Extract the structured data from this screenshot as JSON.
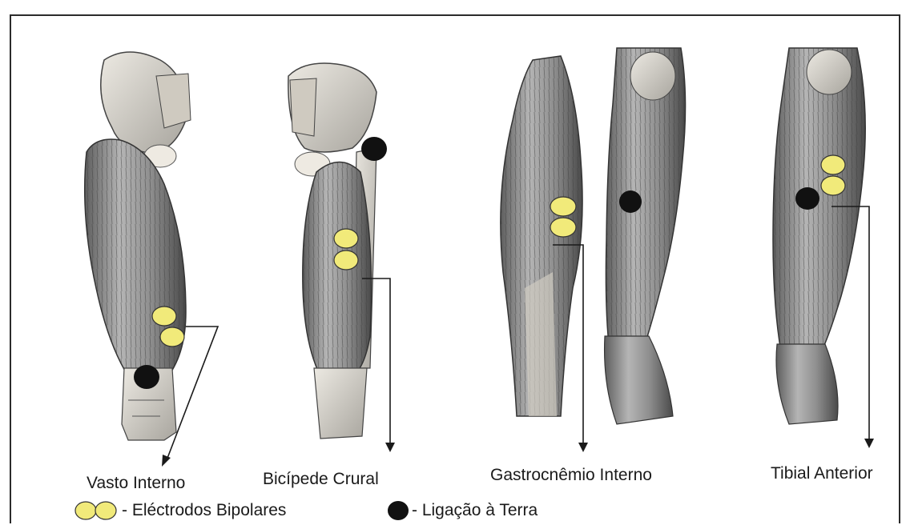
{
  "muscles": {
    "vasto": "Vasto Interno",
    "bicipede": "Bicípede Crural",
    "gastro": "Gastrocnêmio Interno",
    "tibial": "Tibial Anterior"
  },
  "legend": {
    "bipolar": "- Eléctrodos Bipolares",
    "ground": "- Ligação à Terra"
  },
  "colors": {
    "electrode": "#f1ea7a",
    "ground": "#111111",
    "muscle": "#8a8a8a",
    "bone": "#d9d6cf",
    "line": "#1a1a1a"
  }
}
